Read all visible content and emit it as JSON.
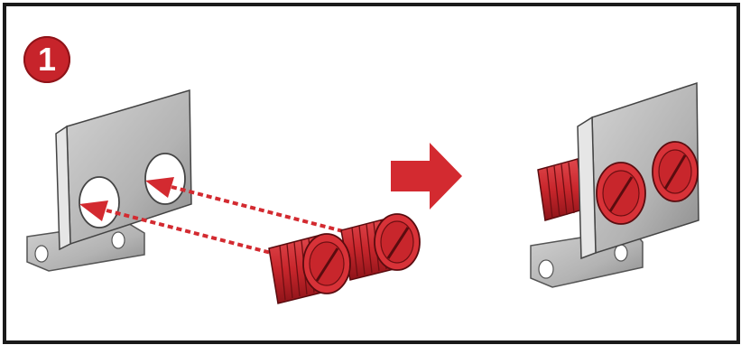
{
  "step": {
    "number": "1"
  },
  "colors": {
    "frame": "#1a1a1a",
    "badge": "#c7242b",
    "bracket": "#b4b4b4",
    "bracket_dark": "#8f8f8f",
    "plug": "#c8262c",
    "plug_dark": "#8e1419",
    "guide": "#d32a30"
  },
  "panels": [
    {
      "name": "before",
      "bracket_holes": 2,
      "plugs_loose": 2,
      "plugs_installed": 0
    },
    {
      "name": "after",
      "bracket_holes": 2,
      "plugs_loose": 0,
      "plugs_installed": 2
    }
  ]
}
